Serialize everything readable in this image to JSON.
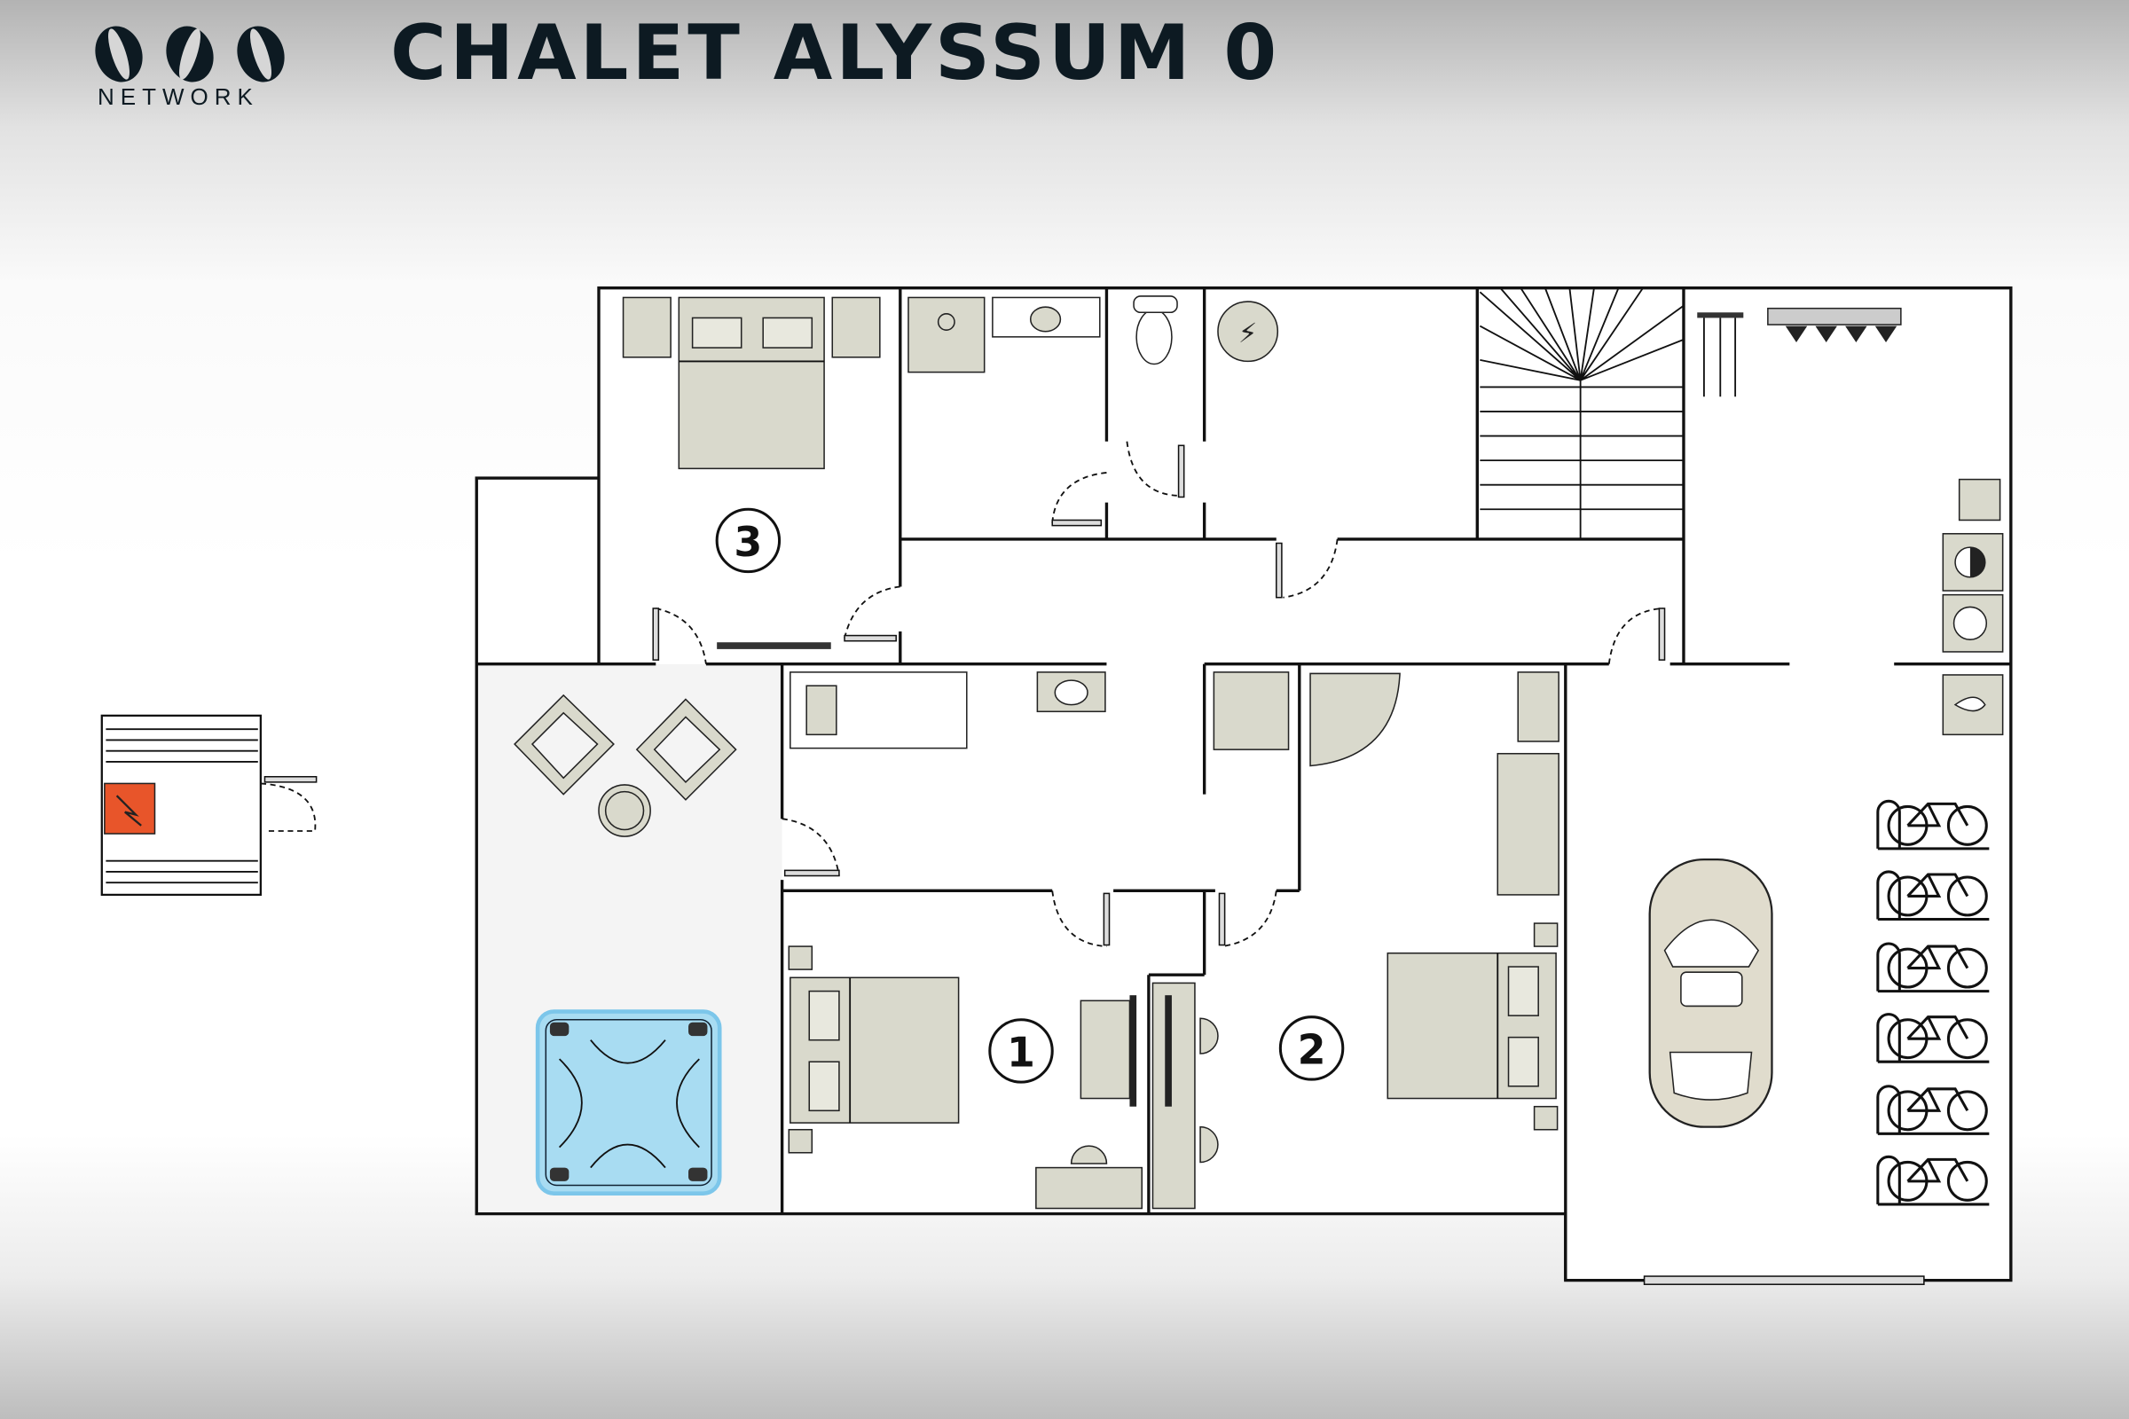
{
  "header": {
    "title": "CHALET ALYSSUM 0",
    "logo_mark": "ONO",
    "logo_text": "NETWORK"
  },
  "rooms": {
    "bedroom_1": "1",
    "bedroom_2": "2",
    "bedroom_3": "3"
  },
  "colors": {
    "ink": "#0d1a22",
    "furniture": "#d9d9cc",
    "spa": "#a8dcf2",
    "heater": "#e8552a"
  }
}
